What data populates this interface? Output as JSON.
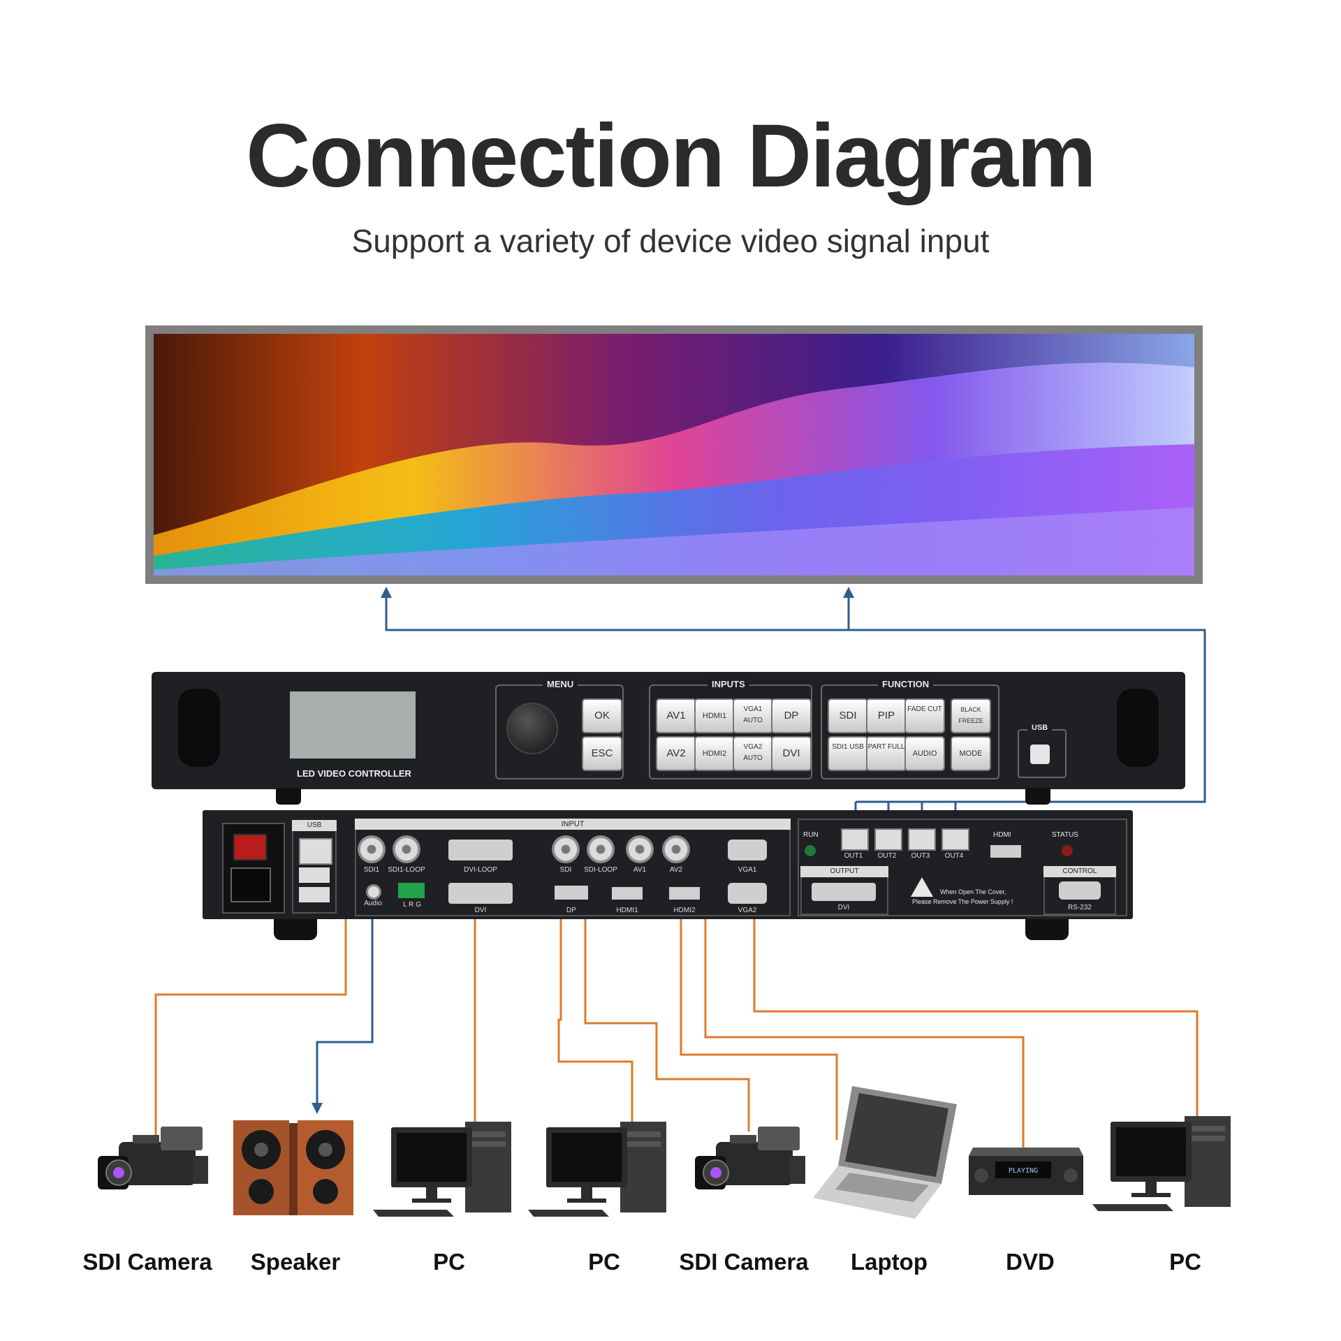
{
  "title": "Connection Diagram",
  "subtitle": "Support a variety of device video signal input",
  "controller": {
    "label": "LED VIDEO CONTROLLER",
    "menu_label": "MENU",
    "inputs_label": "INPUTS",
    "function_label": "FUNCTION",
    "usb_label": "USB",
    "menu_buttons": [
      "OK",
      "ESC"
    ],
    "input_buttons": [
      "AV1",
      "HDMI1",
      "VGA1 AUTO",
      "DP",
      "AV2",
      "HDMI2",
      "VGA2 AUTO",
      "DVI"
    ],
    "function_buttons": [
      "SDI",
      "PIP",
      "FADE CUT",
      "BLACK FREEZE",
      "SDI1 USB",
      "PART FULL",
      "AUDIO",
      "MODE"
    ]
  },
  "rear": {
    "usb_label": "USB",
    "input_label": "INPUT",
    "output_label": "OUTPUT",
    "control_label": "CONTROL",
    "run_label": "RUN",
    "hdmi_label": "HDMI",
    "status_label": "STATUS",
    "ports": {
      "sdi1": "SDI1",
      "sdi1_loop": "SDI1-LOOP",
      "dvi_loop": "DVI-LOOP",
      "sdi": "SDI",
      "sdi_loop": "SDI-LOOP",
      "av1": "AV1",
      "av2": "AV2",
      "vga1": "VGA1",
      "audio": "Audio",
      "lrg": "L  R  G",
      "dvi_in": "DVI",
      "dp": "DP",
      "hdmi1": "HDMI1",
      "hdmi2": "HDMI2",
      "vga2": "VGA2",
      "dvi_out": "DVI",
      "rs232": "RS-232",
      "out1": "OUT1",
      "out2": "OUT2",
      "out3": "OUT3",
      "out4": "OUT4"
    },
    "warning_line1": "When Open The Cover,",
    "warning_line2": "Please Remove The Power Supply !"
  },
  "devices": [
    {
      "label": "SDI Camera",
      "icon": "video-camera-icon"
    },
    {
      "label": "Speaker",
      "icon": "speaker-icon"
    },
    {
      "label": "PC",
      "icon": "desktop-pc-icon"
    },
    {
      "label": "PC",
      "icon": "desktop-pc-icon"
    },
    {
      "label": "SDI Camera",
      "icon": "video-camera-icon"
    },
    {
      "label": "Laptop",
      "icon": "laptop-icon"
    },
    {
      "label": "DVD",
      "icon": "dvd-player-icon"
    },
    {
      "label": "PC",
      "icon": "desktop-pc-icon"
    }
  ],
  "dvd_display": "PLAYING",
  "colors": {
    "input_line": "#e07a2a",
    "output_line": "#2f5d8c",
    "chassis": "#1f2023",
    "screen_frame": "#7f7f7f"
  }
}
